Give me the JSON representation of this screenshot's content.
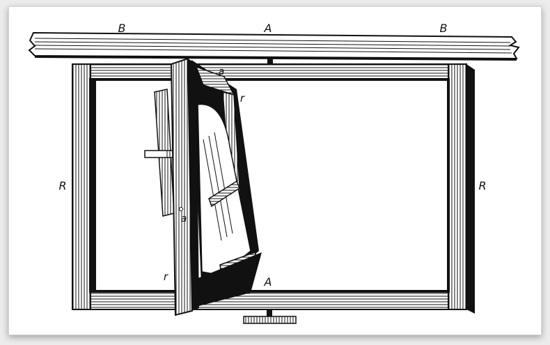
{
  "colors": {
    "ink": "#111111",
    "paper": "#ffffff",
    "background": "#ececec"
  },
  "labels": {
    "beam_left": "B",
    "beam_center": "A",
    "beam_right": "B",
    "frame_left": "R",
    "frame_right": "R",
    "bottom_center": "A",
    "leaf_top": "a",
    "leaf_top_right": "r",
    "pivot_mid": "a",
    "leaf_bottom_left": "r"
  }
}
